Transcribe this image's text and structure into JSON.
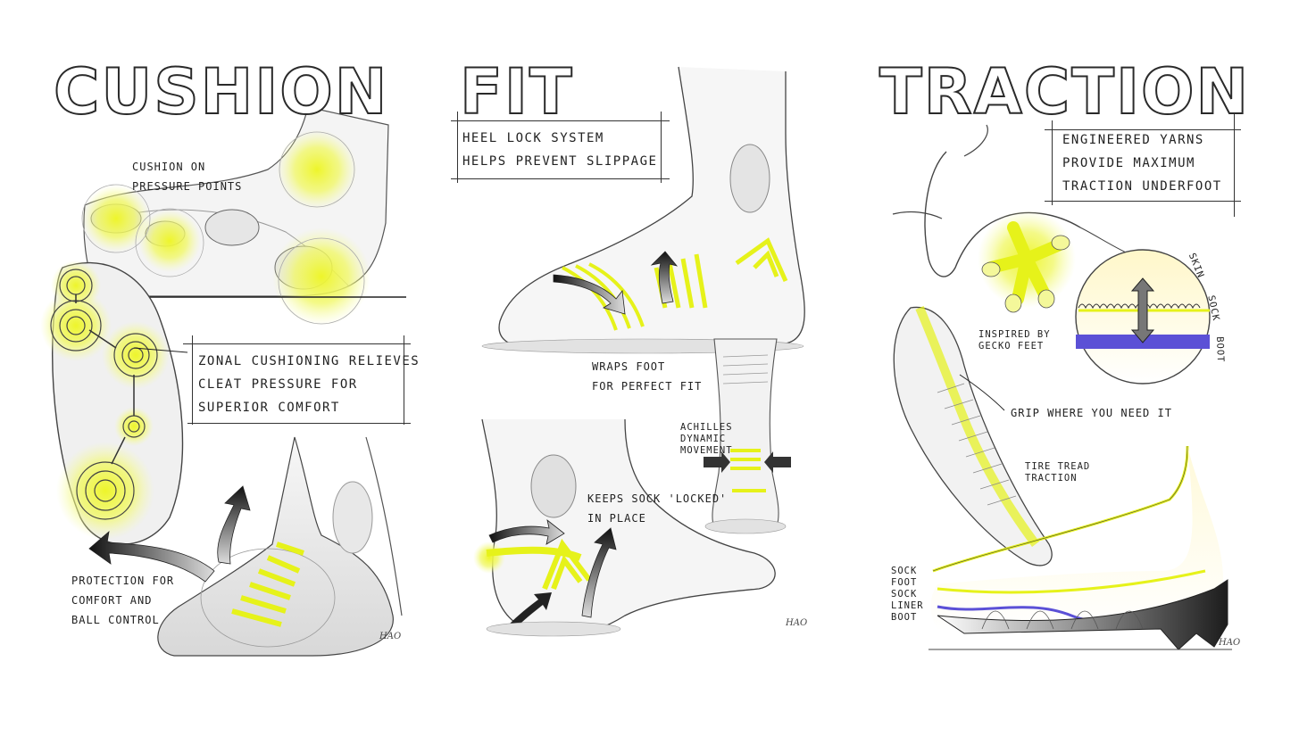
{
  "panels": {
    "cushion": {
      "title": "CUSHION",
      "label_pressure": [
        "CUSHION ON",
        "PRESSURE POINTS"
      ],
      "callout_zonal": [
        "ZONAL CUSHIONING RELIEVES",
        "CLEAT PRESSURE FOR",
        "SUPERIOR COMFORT"
      ],
      "label_protection": [
        "PROTECTION FOR",
        "COMFORT AND",
        "BALL CONTROL"
      ]
    },
    "fit": {
      "title": "FIT",
      "callout_heel": [
        "HEEL LOCK SYSTEM",
        "HELPS PREVENT SLIPPAGE"
      ],
      "label_wraps": [
        "WRAPS FOOT",
        "FOR PERFECT FIT"
      ],
      "label_achilles": [
        "ACHILLES",
        "DYNAMIC",
        "MOVEMENT"
      ],
      "label_keeps": [
        "KEEPS SOCK 'LOCKED'",
        "IN PLACE"
      ]
    },
    "traction": {
      "title": "TRACTION",
      "callout_yarns": [
        "ENGINEERED YARNS",
        "PROVIDE MAXIMUM",
        "TRACTION UNDERFOOT"
      ],
      "label_gecko": [
        "INSPIRED BY",
        "GECKO FEET"
      ],
      "label_grip": "GRIP WHERE YOU NEED IT",
      "label_tire": [
        "TIRE TREAD",
        "TRACTION"
      ],
      "layer_labels": [
        "SKIN",
        "SOCK",
        "BOOT"
      ],
      "cross_section_labels": [
        "SOCK",
        "FOOT",
        "SOCK",
        "LINER",
        "BOOT"
      ]
    }
  },
  "signature": "HAO",
  "colors": {
    "accent": "#e6f21a",
    "accent_glow": "#f2fb6a",
    "ink": "#2a2a2a",
    "sole_blue": "#4b3fcf",
    "boot_dark": "#2b2b2b"
  },
  "icons": [
    "glow-circle-icon",
    "curved-arrow-icon",
    "double-arrow-icon",
    "gecko-icon",
    "insole-icon",
    "foot-icon",
    "heel-icon",
    "cleat-boot-icon"
  ]
}
